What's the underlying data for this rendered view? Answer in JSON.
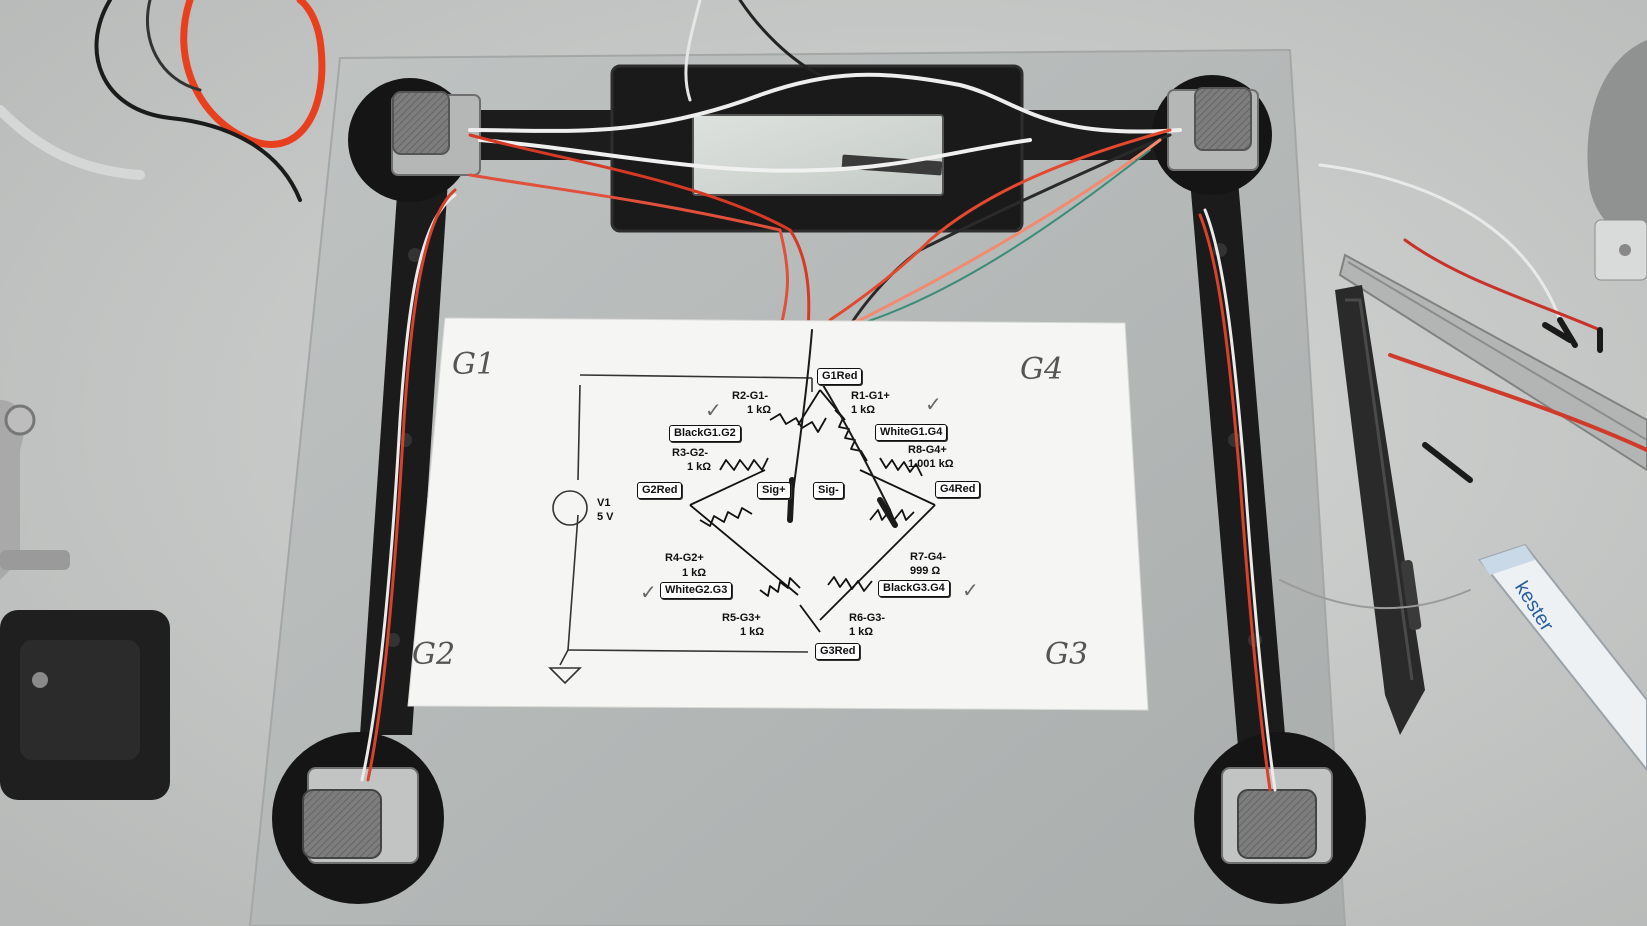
{
  "photo": {
    "handwritten": {
      "g1": "G1",
      "g2": "G2",
      "g3": "G3",
      "g4": "G4"
    },
    "checkmark": "✓",
    "schematic": {
      "nodes": {
        "g1_red": "G1Red",
        "g2_red": "G2Red",
        "g3_red": "G3Red",
        "g4_red": "G4Red",
        "sig_plus": "Sig+",
        "sig_minus": "Sig-"
      },
      "wires": {
        "black_g1_g2": "BlackG1.G2",
        "white_g1_g4": "WhiteG1.G4",
        "white_g2_g3": "WhiteG2.G3",
        "black_g3_g4": "BlackG3.G4"
      },
      "resistors": {
        "r1": {
          "name": "R1-G1+",
          "value": "1 kΩ"
        },
        "r2": {
          "name": "R2-G1-",
          "value": "1 kΩ"
        },
        "r3": {
          "name": "R3-G2-",
          "value": "1 kΩ"
        },
        "r4": {
          "name": "R4-G2+",
          "value": "1 kΩ"
        },
        "r5": {
          "name": "R5-G3+",
          "value": "1 kΩ"
        },
        "r6": {
          "name": "R6-G3-",
          "value": "1 kΩ"
        },
        "r7": {
          "name": "R7-G4-",
          "value": "999 Ω"
        },
        "r8": {
          "name": "R8-G4+",
          "value": "1.001 kΩ"
        }
      },
      "source": {
        "name": "V1",
        "value": "5 V"
      }
    },
    "solder_tube_brand": "kester"
  }
}
